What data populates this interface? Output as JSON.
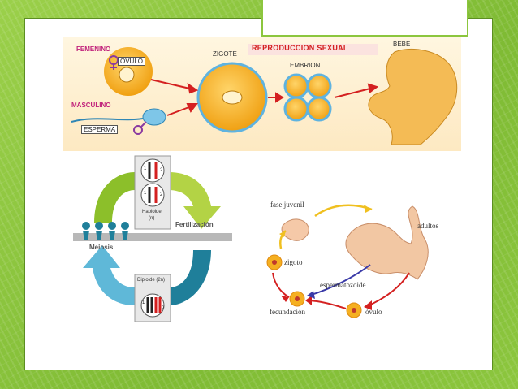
{
  "panel_top": {
    "title": "REPRODUCCION SEXUAL",
    "femenino": "FEMENINO",
    "ovulo": "OVULO",
    "masculino": "MASCULINO",
    "esperma": "ESPERMA",
    "zigote": "ZIGOTE",
    "embrion": "EMBRION",
    "bebe": "BEBE"
  },
  "panel_cycle": {
    "haploide": "Haploide",
    "haploide_n": "(n)",
    "fertilizacion": "Fertilización",
    "meiosis": "Meiosis",
    "diploide": "Diploide (2n)",
    "num1": "1",
    "num2": "2"
  },
  "panel_life": {
    "fase_juvenil": "fase juvenil",
    "adultos": "adultos",
    "zigoto": "zigoto",
    "espermatozoide": "espermatozoide",
    "fecundacion": "fecundación",
    "ovulo": "óvulo"
  },
  "colors": {
    "accent_green": "#8cc63e",
    "arrow_red": "#d42020",
    "cycle_green": "#8cbf2a",
    "cycle_teal": "#1f7f9a",
    "cell_orange": "#f5b021"
  }
}
